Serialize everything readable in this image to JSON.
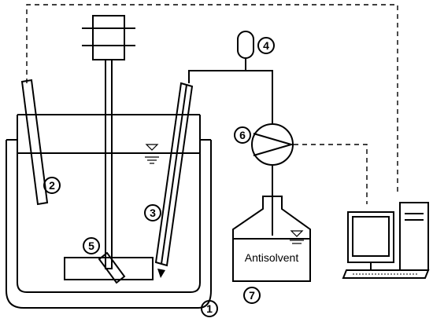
{
  "callouts": [
    "1",
    "2",
    "3",
    "4",
    "5",
    "6",
    "7"
  ],
  "antisolvent_label": "Antisolvent"
}
